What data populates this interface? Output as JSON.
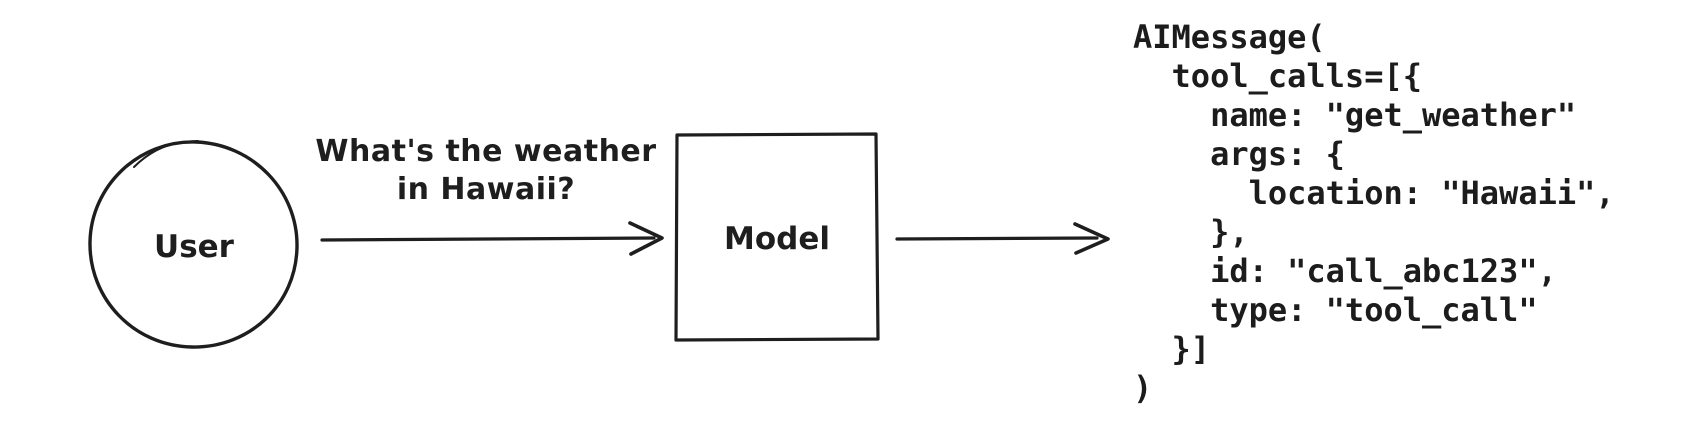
{
  "diagram": {
    "colors": {
      "ink": "#1e1e1e",
      "background": "#ffffff"
    },
    "nodes": [
      {
        "id": "user",
        "shape": "circle",
        "label": "User"
      },
      {
        "id": "model",
        "shape": "rectangle",
        "label": "Model"
      }
    ],
    "arrows": [
      {
        "from": "user",
        "to": "model",
        "label_lines": [
          "What's the weather",
          "in Hawaii?"
        ]
      },
      {
        "from": "model",
        "to": "output_code",
        "label_lines": []
      }
    ],
    "output_code": {
      "language": "python-repr",
      "lines": [
        "AIMessage(",
        "  tool_calls=[{",
        "    name: \"get_weather\"",
        "    args: {",
        "      location: \"Hawaii\",",
        "    },",
        "    id: \"call_abc123\",",
        "    type: \"tool_call\"",
        "  }]",
        ")"
      ]
    }
  }
}
